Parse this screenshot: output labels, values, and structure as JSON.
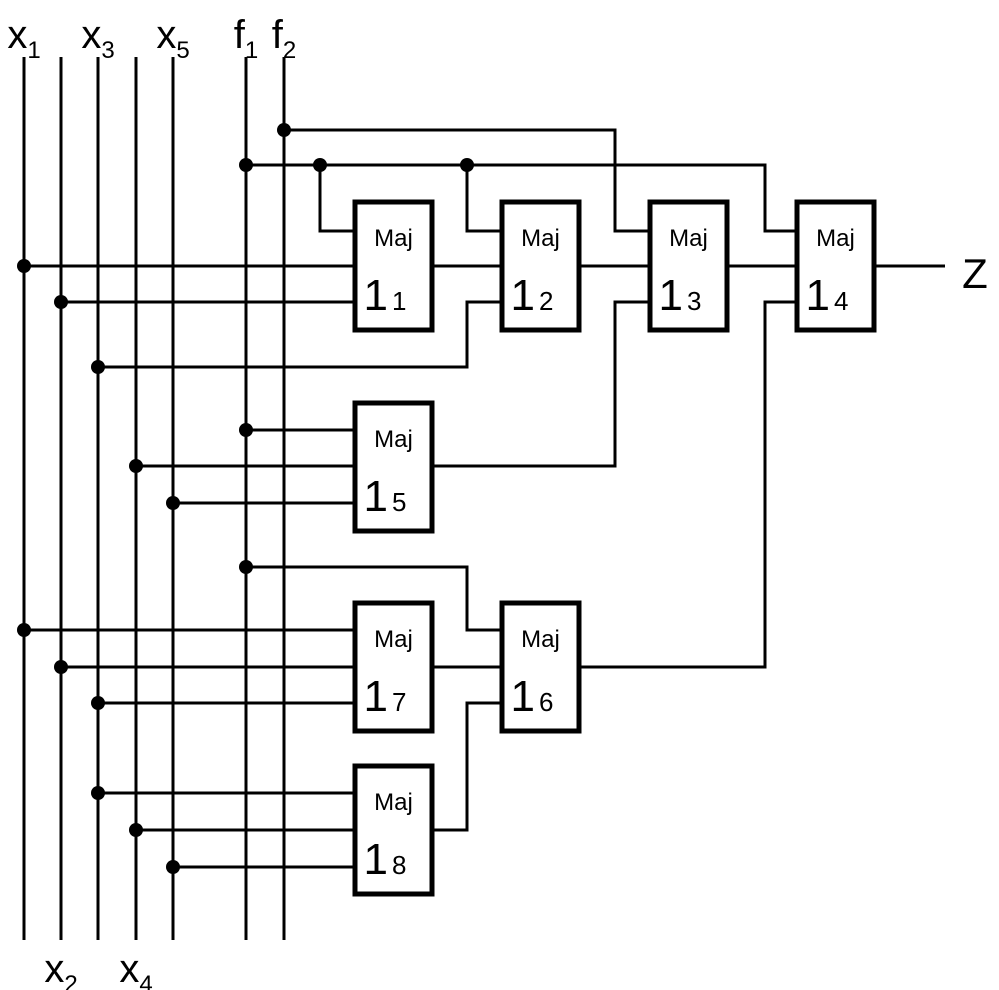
{
  "inputs": {
    "x1": {
      "name": "x",
      "sub": "1"
    },
    "x2": {
      "name": "x",
      "sub": "2"
    },
    "x3": {
      "name": "x",
      "sub": "3"
    },
    "x4": {
      "name": "x",
      "sub": "4"
    },
    "x5": {
      "name": "x",
      "sub": "5"
    },
    "f1": {
      "name": "f",
      "sub": "1"
    },
    "f2": {
      "name": "f",
      "sub": "2"
    }
  },
  "output": {
    "label": "Z"
  },
  "gates": [
    {
      "id": "g1",
      "type": "Maj",
      "num": "1",
      "sub": "1"
    },
    {
      "id": "g2",
      "type": "Maj",
      "num": "1",
      "sub": "2"
    },
    {
      "id": "g3",
      "type": "Maj",
      "num": "1",
      "sub": "3"
    },
    {
      "id": "g4",
      "type": "Maj",
      "num": "1",
      "sub": "4"
    },
    {
      "id": "g5",
      "type": "Maj",
      "num": "1",
      "sub": "5"
    },
    {
      "id": "g6",
      "type": "Maj",
      "num": "1",
      "sub": "6"
    },
    {
      "id": "g7",
      "type": "Maj",
      "num": "1",
      "sub": "7"
    },
    {
      "id": "g8",
      "type": "Maj",
      "num": "1",
      "sub": "8"
    }
  ]
}
